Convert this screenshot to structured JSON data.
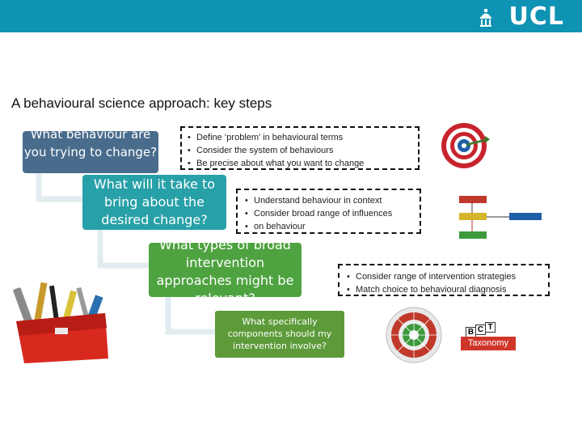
{
  "header": {
    "logo_text": "UCL",
    "bar_color": "#0f93b4"
  },
  "title": "A behavioural science approach: key steps",
  "steps": [
    {
      "label": "What behaviour are you trying to change?",
      "color": "#4a6c8c"
    },
    {
      "label": "What will it take to bring about the desired change?",
      "color": "#28a0a8"
    },
    {
      "label": "What types of broad intervention approaches might be relevant?",
      "color": "#4ea340"
    },
    {
      "label": "What specifically components should my intervention involve?",
      "color": "#5d9b3a"
    }
  ],
  "notes": [
    {
      "bullets": [
        "Define ‘problem’ in behavioural terms",
        "Consider the system of behaviours",
        "Be precise about what you want to change"
      ]
    },
    {
      "bullets": [
        "Understand behaviour in context",
        "Consider broad range of influences",
        "on behaviour"
      ]
    },
    {
      "bullets": [
        "Consider range of intervention strategies",
        "Match choice to behavioural diagnosis"
      ]
    }
  ],
  "icons": {
    "target": "target-icon",
    "com_b": "com-b-model-icon",
    "toolbox": "toolbox-icon",
    "wheel": "behaviour-change-wheel-icon",
    "taxonomy": "bct-taxonomy-icon"
  },
  "taxonomy_logo": {
    "letters": [
      "B",
      "C",
      "T"
    ],
    "label": "Taxonomy"
  }
}
